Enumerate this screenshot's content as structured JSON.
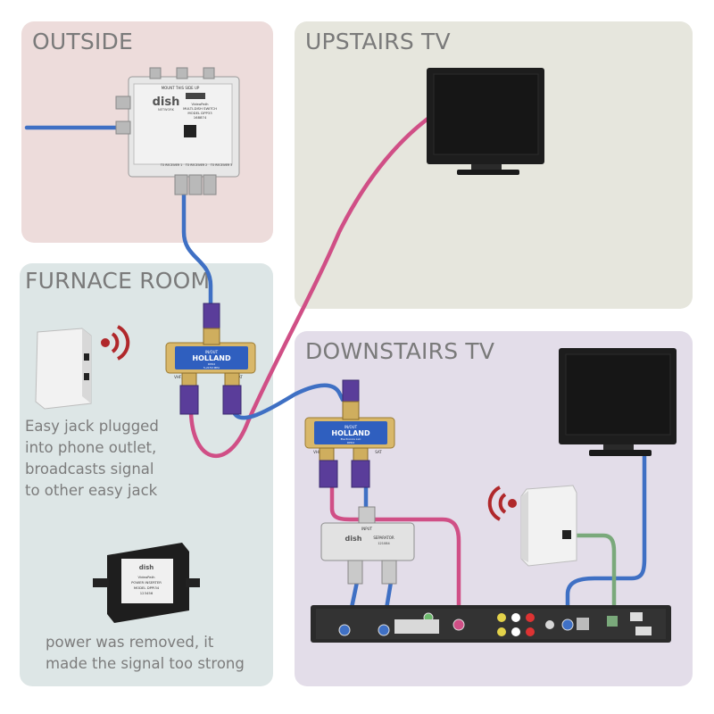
{
  "panels": {
    "outside": {
      "title": "OUTSIDE",
      "color": "#eddcdb"
    },
    "upstairs": {
      "title": "UPSTAIRS TV",
      "color": "#e6e6dd"
    },
    "furnace": {
      "title": "FURNACE ROOM",
      "color": "#dde6e6"
    },
    "downstairs": {
      "title": "DOWNSTAIRS TV",
      "color": "#e3dde9"
    }
  },
  "captions": {
    "easy_jack": [
      "Easy jack plugged",
      "into phone outlet,",
      "broadcasts signal",
      "to other easy jack"
    ],
    "power": [
      "power was removed, it",
      "made the signal too strong"
    ]
  },
  "devices": {
    "multiswitch": {
      "brand": "dish",
      "sub": "NETWORK",
      "model_lines": [
        "VideoPath",
        "MULTI-DISH SWITCH",
        "MODEL DPP33",
        "168874"
      ],
      "top_label": "MOUNT THIS SIDE UP",
      "bottom_labels": [
        "TO RECEIVER 1",
        "TO RECEIVER 2",
        "TO RECEIVER 3"
      ]
    },
    "diplexer": {
      "brand": "HOLLAND",
      "sub": "Electronics LLC",
      "model": "DPD2",
      "freq": "5-2150 MHz",
      "left_port": "VHF/UHF",
      "right_port": "SAT",
      "top_port": "IN/OUT"
    },
    "separator": {
      "brand": "dish",
      "label": "SEPARATOR",
      "num": "121084",
      "top_port": "INPUT"
    },
    "inserter": {
      "brand": "dish",
      "model_lines": [
        "VideoPath",
        "POWER INSERTER",
        "MODEL DPPI34",
        "123456"
      ]
    }
  },
  "colors": {
    "coax_blue": "#3f70c4",
    "coax_pink": "#d04f86",
    "phone_green": "#7aa97b",
    "signal_red": "#b0282b"
  }
}
